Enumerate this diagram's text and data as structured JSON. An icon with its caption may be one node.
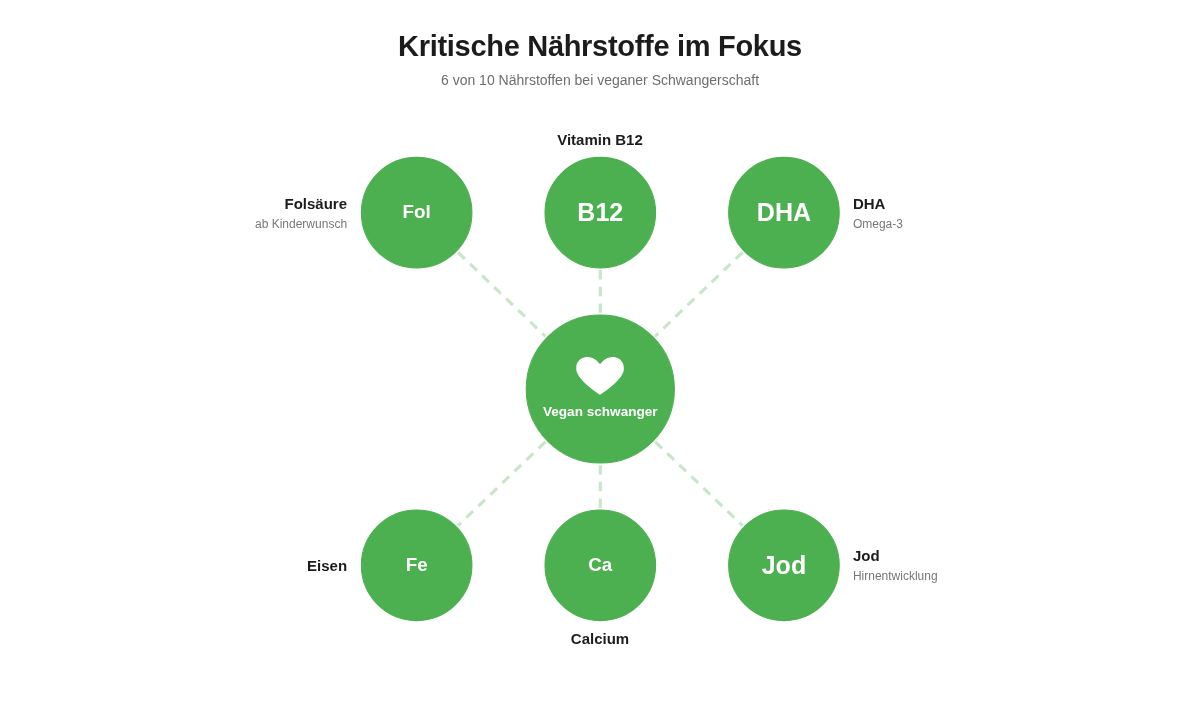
{
  "diagram": {
    "title": "Kritische Nährstoffe im Fokus",
    "nodes": [
      {
        "text": [
          "B12"
        ],
        "beside": [
          "Vitamin B12"
        ]
      },
      {
        "text": [
          "Fol"
        ],
        "beside": [
          "Folsäure",
          "ab Kinderwunsch"
        ]
      },
      {
        "text": [
          "DHA"
        ],
        "beside": [
          "DHA",
          "Omega-3"
        ]
      },
      {
        "text": [
          "Vegan schwanger"
        ]
      },
      {
        "text": [
          "Fe"
        ],
        "beside": [
          "Eisen"
        ]
      },
      {
        "text": [
          "Jod"
        ],
        "beside": [
          "Jod",
          "Hirnentwicklung"
        ]
      },
      {
        "text": [
          "Ca"
        ],
        "beside": [
          "Calcium"
        ]
      }
    ],
    "edges": [
      {
        "from": 1,
        "to": 3,
        "arrow": "none",
        "style": "dashed"
      },
      {
        "from": 0,
        "to": 3,
        "arrow": "none",
        "style": "dashed"
      },
      {
        "from": 2,
        "to": 3,
        "arrow": "none",
        "style": "dashed"
      },
      {
        "from": 3,
        "to": 4,
        "arrow": "none",
        "style": "dashed"
      },
      {
        "from": 3,
        "to": 6,
        "arrow": "none",
        "style": "dashed"
      },
      {
        "from": 3,
        "to": 5,
        "arrow": "none",
        "style": "dashed"
      }
    ],
    "labels": [
      "6 von 10 Nährstoffen bei veganer Schwangerschaft"
    ]
  }
}
